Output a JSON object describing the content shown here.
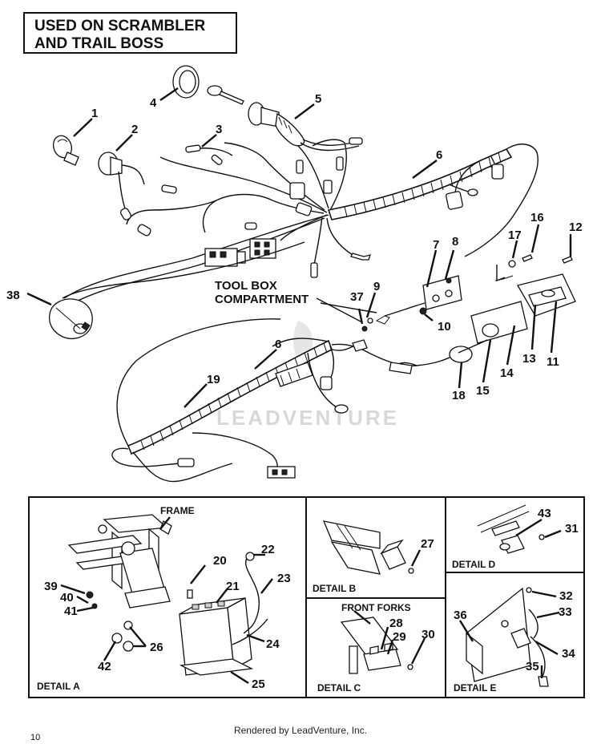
{
  "title": {
    "line1": "USED ON SCRAMBLER",
    "line2": "AND TRAIL BOSS"
  },
  "labels": {
    "tool_box": [
      "TOOL BOX",
      "COMPARTMENT"
    ],
    "frame": "FRAME",
    "front_forks": "FRONT FORKS"
  },
  "details": {
    "a": "DETAIL A",
    "b": "DETAIL B",
    "c": "DETAIL C",
    "d": "DETAIL D",
    "e": "DETAIL E"
  },
  "callouts": [
    "1",
    "2",
    "3",
    "4",
    "5",
    "6",
    "6",
    "7",
    "8",
    "9",
    "10",
    "11",
    "12",
    "13",
    "14",
    "15",
    "16",
    "17",
    "18",
    "19",
    "20",
    "21",
    "22",
    "23",
    "24",
    "25",
    "26",
    "27",
    "28",
    "29",
    "30",
    "31",
    "32",
    "33",
    "34",
    "35",
    "36",
    "37",
    "38",
    "39",
    "40",
    "41",
    "42",
    "43"
  ],
  "watermark": "LEADVENTURE",
  "footer": "Rendered by LeadVenture, Inc.",
  "page_number": "10"
}
